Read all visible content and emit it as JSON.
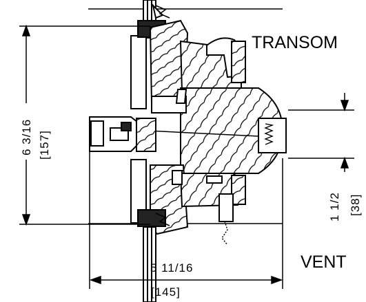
{
  "labels": {
    "transom": "TRANSOM",
    "vent": "VENT"
  },
  "dimensions": {
    "overall_height_in": "6 3/16",
    "overall_height_mm": "[157]",
    "overall_width_in": "5 11/16",
    "overall_width_mm": "[145]",
    "right_depth_in": "1 1/2",
    "right_depth_mm": "[38]"
  }
}
